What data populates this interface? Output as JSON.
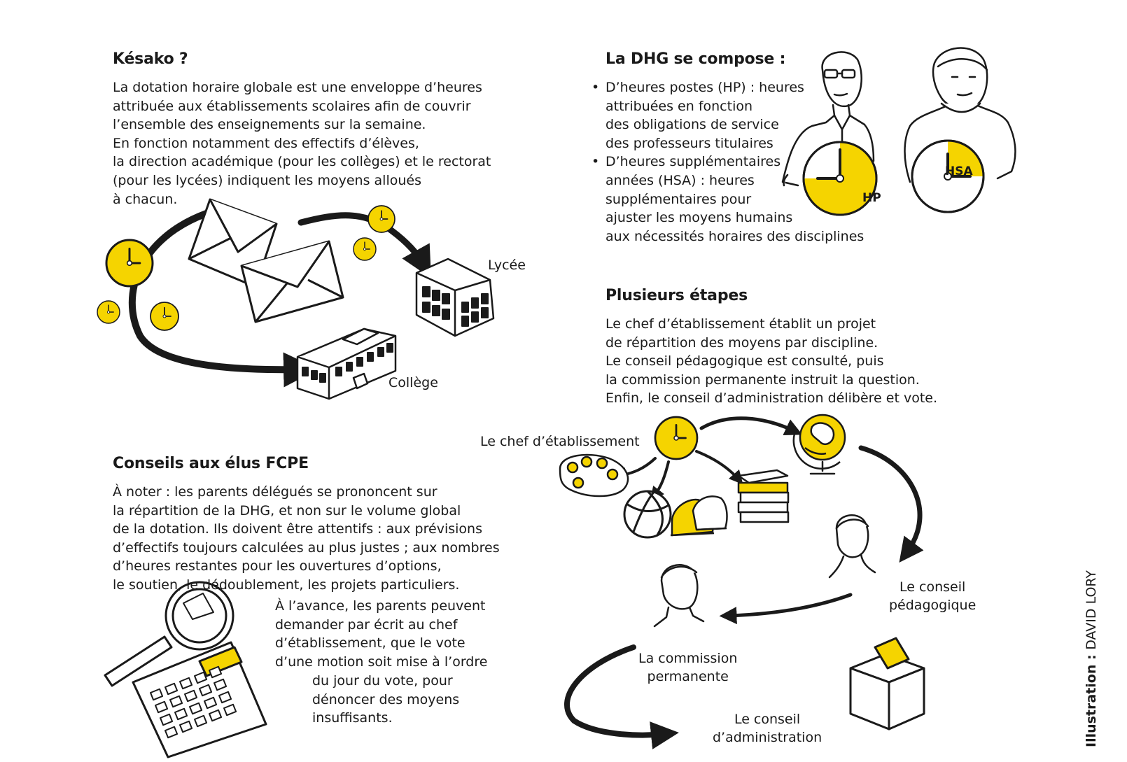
{
  "kesako": {
    "title": "Késako ?",
    "body": "La dotation horaire globale est une enveloppe d’heures\nattribuée aux établissements scolaires afin de couvrir\nl’ensemble des enseignements sur la semaine.\nEn fonction notamment des effectifs d’élèves,\nla direction académique (pour les collèges) et le rectorat\n(pour les lycées) indiquent les moyens alloués\nà chacun.",
    "label_lycee": "Lycée",
    "label_college": "Collège"
  },
  "composition": {
    "title": "La DHG se compose :",
    "items": [
      "D’heures postes (HP) : heures\nattribuées en fonction\ndes obligations de service\ndes professeurs titulaires",
      "D’heures supplémentaires\nannées (HSA) : heures\nsupplémentaires pour\najuster les moyens humains\naux nécessités horaires des disciplines"
    ],
    "clock_hp": "HP",
    "clock_hsa": "HSA"
  },
  "etapes": {
    "title": "Plusieurs étapes",
    "body": "Le chef d’établissement établit un projet\nde répartition des moyens par discipline.\nLe conseil pédagogique est consulté, puis\nla commission permanente instruit la question.\nEnfin, le conseil d’administration délibère et vote.",
    "label_chef": "Le chef d’établissement",
    "label_conseil_peda": "Le conseil\npédagogique",
    "label_commission": "La commission\npermanente",
    "label_ca": "Le conseil\nd’administration"
  },
  "conseils": {
    "title": "Conseils aux élus FCPE",
    "body": "À noter : les parents délégués se prononcent sur\nla répartition de la DHG, et non sur le volume global\nde la dotation. Ils doivent être attentifs : aux prévisions\nd’effectifs toujours calculées au plus justes ; aux nombres\nd’heures restantes pour les ouvertures d’options,\nle soutien, le dédoublement, les projets particuliers.",
    "aside_1": "À l’avance, les parents peuvent\ndemander par écrit au chef\nd’établissement, que le vote\nd’une motion soit mise à l’ordre",
    "aside_2": "du jour du vote, pour\ndénoncer des moyens\ninsuffisants."
  },
  "credit": {
    "prefix": "Illustration : ",
    "name": "DAVID LORY"
  },
  "colors": {
    "accent_yellow": "#f5d400",
    "ink": "#1a1a1a"
  },
  "icons": [
    "clock-icon",
    "envelope-icon",
    "school-building-icon",
    "palette-icon",
    "basketball-icon",
    "sneakers-icon",
    "books-icon",
    "globe-icon",
    "calculator-icon",
    "magnifier-icon",
    "ballot-box-icon",
    "teacher-portrait",
    "person-portrait"
  ]
}
